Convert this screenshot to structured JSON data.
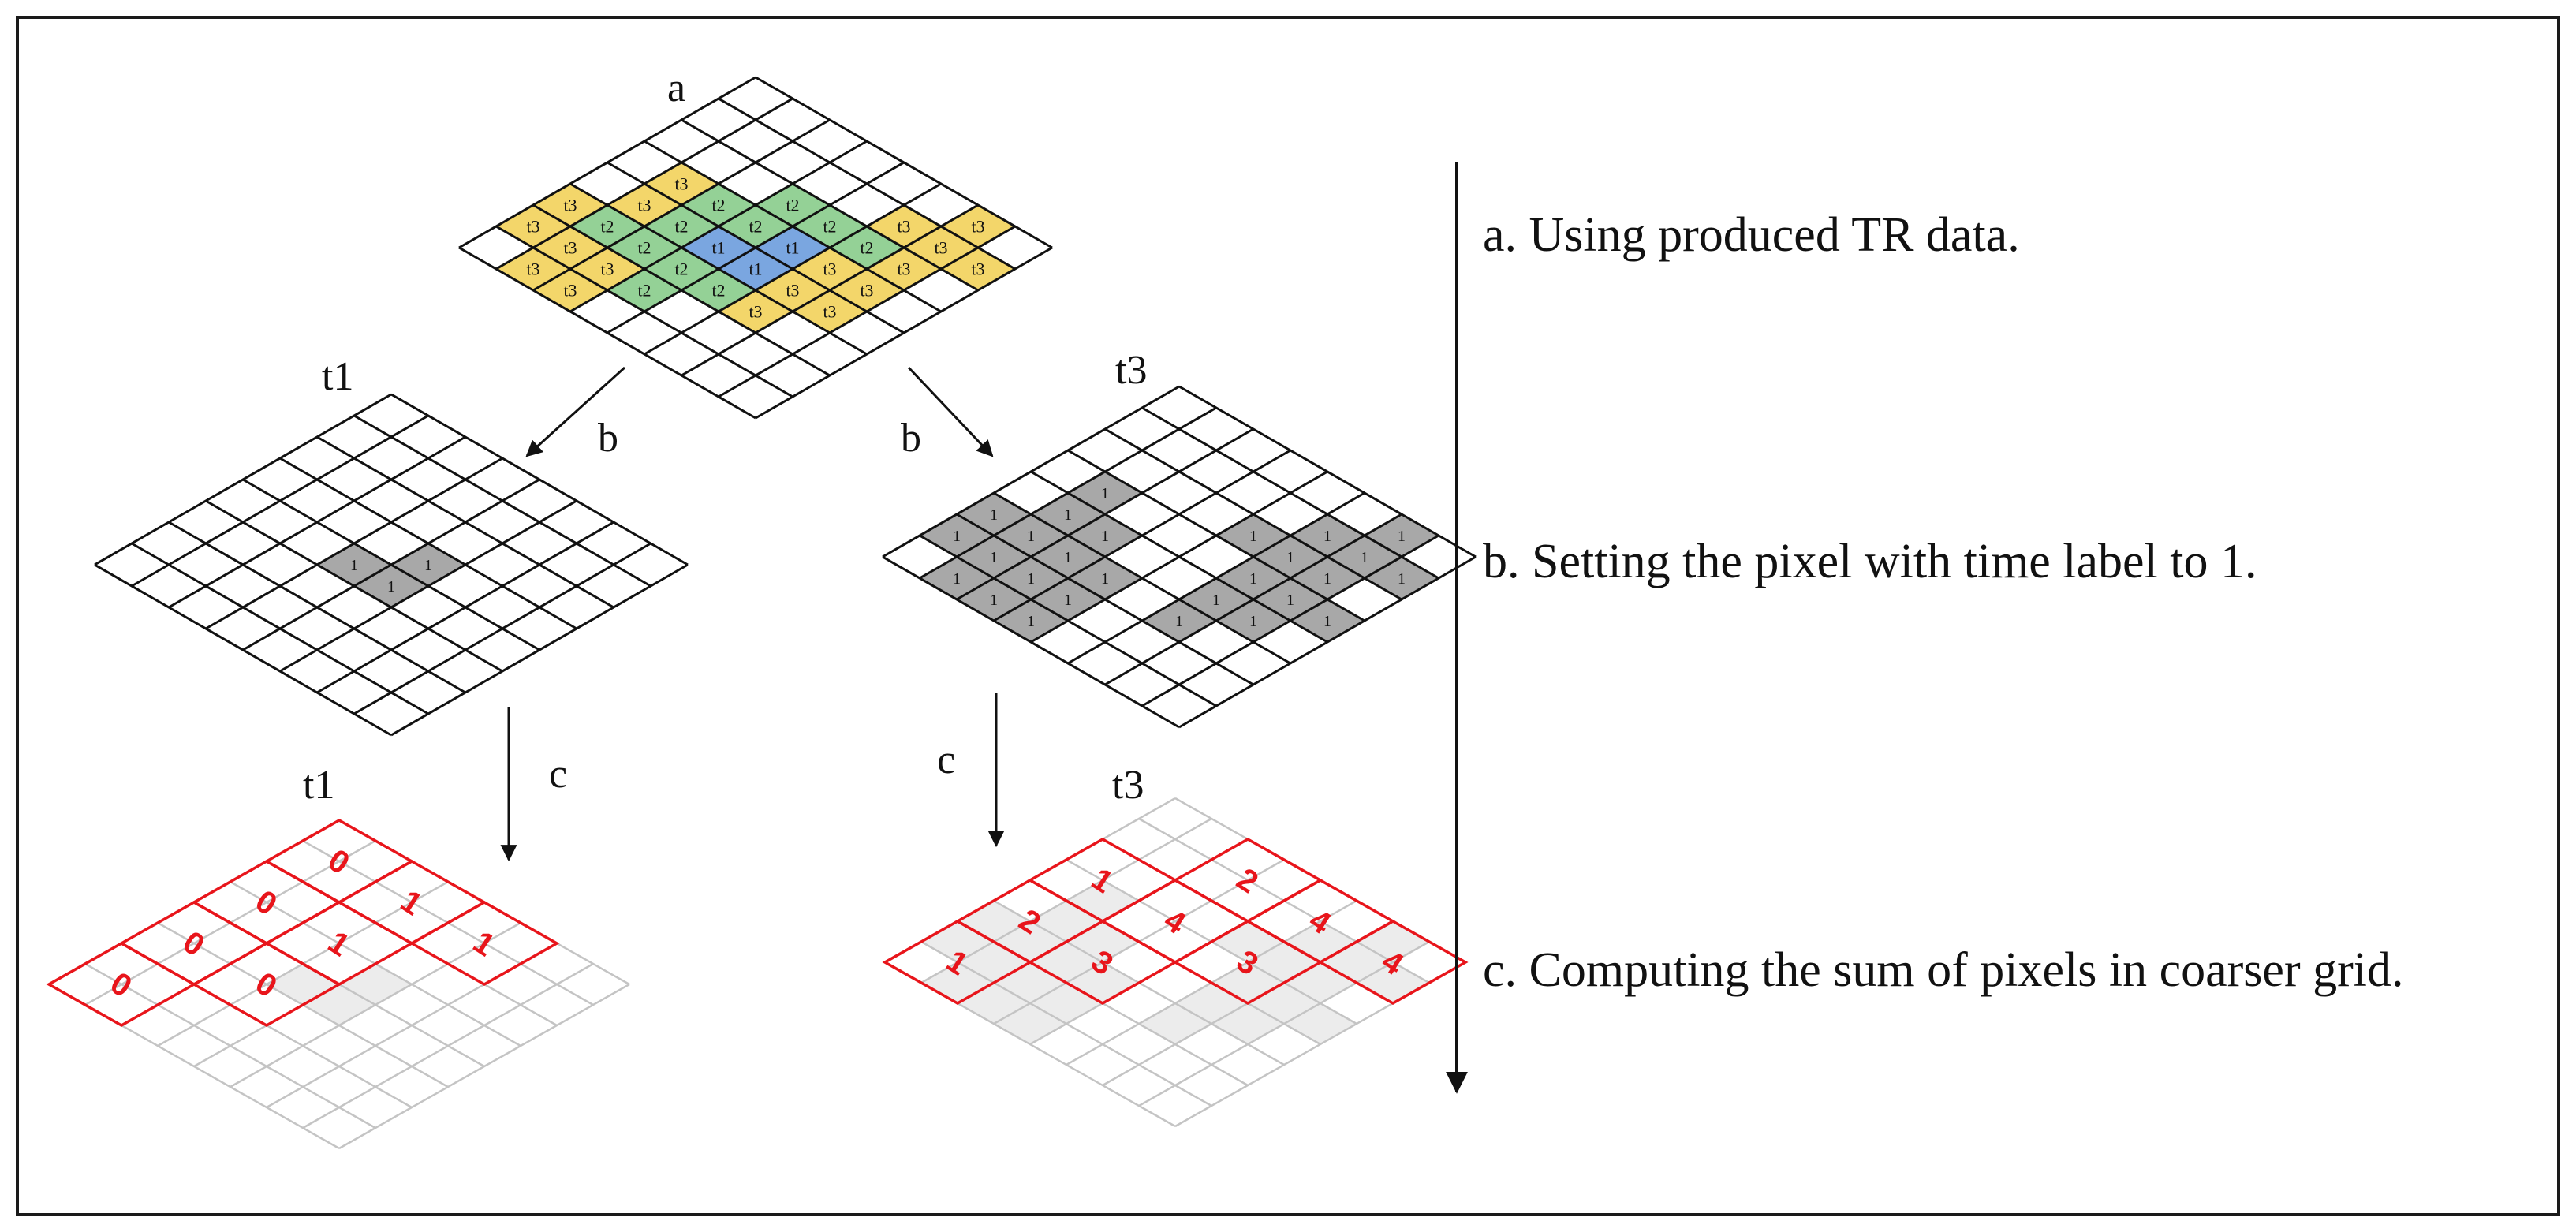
{
  "labels": {
    "top_grid": "a",
    "mid_left_grid": "t1",
    "mid_right_grid": "t3",
    "bottom_left_grid": "t1",
    "bottom_right_grid": "t3",
    "arrow_b_left": "b",
    "arrow_b_right": "b",
    "arrow_c_left": "c",
    "arrow_c_right": "c"
  },
  "steps": [
    "a. Using produced TR data.",
    "b. Setting the pixel with time label to 1.",
    "c. Computing the sum of pixels in coarser grid."
  ],
  "colors": {
    "t1": "#7aa6e0",
    "t2": "#94d196",
    "t3": "#f3d66a",
    "set_pixel": "#a8a8a8",
    "coarse_fill": "#ececec",
    "coarse_line": "#e8151b",
    "fine_line": "#c4c4c4"
  },
  "grids": {
    "a": {
      "rows": 8,
      "cols": 8,
      "cells": [
        {
          "r": 0,
          "c": 6,
          "t": "t3"
        },
        {
          "r": 1,
          "c": 5,
          "t": "t3"
        },
        {
          "r": 1,
          "c": 6,
          "t": "t3"
        },
        {
          "r": 1,
          "c": 7,
          "t": "t3"
        },
        {
          "r": 2,
          "c": 3,
          "t": "t2"
        },
        {
          "r": 2,
          "c": 4,
          "t": "t2"
        },
        {
          "r": 2,
          "c": 5,
          "t": "t2"
        },
        {
          "r": 2,
          "c": 6,
          "t": "t3"
        },
        {
          "r": 3,
          "c": 1,
          "t": "t3"
        },
        {
          "r": 3,
          "c": 2,
          "t": "t2"
        },
        {
          "r": 3,
          "c": 3,
          "t": "t2"
        },
        {
          "r": 3,
          "c": 4,
          "t": "t1"
        },
        {
          "r": 3,
          "c": 5,
          "t": "t3"
        },
        {
          "r": 3,
          "c": 6,
          "t": "t3"
        },
        {
          "r": 4,
          "c": 1,
          "t": "t3"
        },
        {
          "r": 4,
          "c": 2,
          "t": "t2"
        },
        {
          "r": 4,
          "c": 3,
          "t": "t1"
        },
        {
          "r": 4,
          "c": 4,
          "t": "t1"
        },
        {
          "r": 4,
          "c": 5,
          "t": "t3"
        },
        {
          "r": 4,
          "c": 6,
          "t": "t3"
        },
        {
          "r": 5,
          "c": 0,
          "t": "t3"
        },
        {
          "r": 5,
          "c": 1,
          "t": "t2"
        },
        {
          "r": 5,
          "c": 2,
          "t": "t2"
        },
        {
          "r": 5,
          "c": 3,
          "t": "t2"
        },
        {
          "r": 5,
          "c": 4,
          "t": "t2"
        },
        {
          "r": 5,
          "c": 5,
          "t": "t3"
        },
        {
          "r": 6,
          "c": 0,
          "t": "t3"
        },
        {
          "r": 6,
          "c": 1,
          "t": "t3"
        },
        {
          "r": 6,
          "c": 2,
          "t": "t3"
        },
        {
          "r": 6,
          "c": 3,
          "t": "t2"
        },
        {
          "r": 7,
          "c": 1,
          "t": "t3"
        },
        {
          "r": 7,
          "c": 2,
          "t": "t3"
        }
      ]
    },
    "t1": {
      "rows": 8,
      "cols": 8,
      "cells": [
        {
          "r": 3,
          "c": 4,
          "v": "1"
        },
        {
          "r": 4,
          "c": 3,
          "v": "1"
        },
        {
          "r": 4,
          "c": 4,
          "v": "1"
        }
      ]
    },
    "t3": {
      "rows": 8,
      "cols": 8,
      "cells": [
        {
          "r": 0,
          "c": 6,
          "v": "1"
        },
        {
          "r": 1,
          "c": 5,
          "v": "1"
        },
        {
          "r": 1,
          "c": 6,
          "v": "1"
        },
        {
          "r": 1,
          "c": 7,
          "v": "1"
        },
        {
          "r": 2,
          "c": 6,
          "v": "1"
        },
        {
          "r": 2,
          "c": 4,
          "v": "1"
        },
        {
          "r": 2,
          "c": 5,
          "v": "1"
        },
        {
          "r": 3,
          "c": 1,
          "v": "1"
        },
        {
          "r": 3,
          "c": 5,
          "v": "1"
        },
        {
          "r": 3,
          "c": 6,
          "v": "1"
        },
        {
          "r": 3,
          "c": 7,
          "v": "1"
        },
        {
          "r": 4,
          "c": 1,
          "v": "1"
        },
        {
          "r": 4,
          "c": 2,
          "v": "1"
        },
        {
          "r": 4,
          "c": 5,
          "v": "1"
        },
        {
          "r": 4,
          "c": 6,
          "v": "1"
        },
        {
          "r": 5,
          "c": 0,
          "v": "1"
        },
        {
          "r": 5,
          "c": 1,
          "v": "1"
        },
        {
          "r": 5,
          "c": 2,
          "v": "1"
        },
        {
          "r": 5,
          "c": 3,
          "v": "1"
        },
        {
          "r": 5,
          "c": 5,
          "v": "1"
        },
        {
          "r": 6,
          "c": 0,
          "v": "1"
        },
        {
          "r": 6,
          "c": 1,
          "v": "1"
        },
        {
          "r": 6,
          "c": 2,
          "v": "1"
        },
        {
          "r": 6,
          "c": 3,
          "v": "1"
        },
        {
          "r": 7,
          "c": 1,
          "v": "1"
        },
        {
          "r": 7,
          "c": 2,
          "v": "1"
        },
        {
          "r": 7,
          "c": 3,
          "v": "1"
        }
      ]
    },
    "t1_coarse": {
      "rows": 8,
      "cols": 8,
      "block": 2,
      "sums": [
        [
          "0",
          "1",
          "1",
          ""
        ],
        [
          "0",
          "1",
          "",
          ""
        ],
        [
          "0",
          "0",
          "",
          ""
        ],
        [
          "0",
          "",
          "",
          ""
        ]
      ]
    },
    "t3_coarse": {
      "rows": 8,
      "cols": 8,
      "block": 2,
      "sums": [
        [
          "",
          "2",
          "4",
          "4"
        ],
        [
          "1",
          "4",
          "3",
          ""
        ],
        [
          "2",
          "3",
          "",
          ""
        ],
        [
          "1",
          "",
          "",
          ""
        ]
      ]
    }
  }
}
